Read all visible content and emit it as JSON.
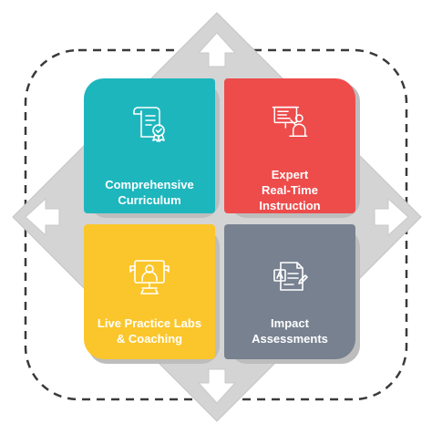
{
  "colors": {
    "teal": "#1eb6bd",
    "red": "#ee4b4b",
    "yellow": "#fbc62b",
    "slate": "#778190",
    "diamond_gray": "#d4d4d4",
    "arrow_white": "#ffffff",
    "dashed_line": "#3a3a3a"
  },
  "quadrants": [
    {
      "label": "Comprehensive\nCurriculum",
      "icon": "certificate-icon"
    },
    {
      "label": "Expert\nReal-Time\nInstruction",
      "icon": "instructor-presentation-icon"
    },
    {
      "label": "Live Practice Labs\n& Coaching",
      "icon": "online-coach-icon"
    },
    {
      "label": "Impact\nAssessments",
      "icon": "assessment-document-icon"
    }
  ],
  "arrows": [
    "arrow-up-icon",
    "arrow-right-icon",
    "arrow-down-icon",
    "arrow-left-icon"
  ]
}
